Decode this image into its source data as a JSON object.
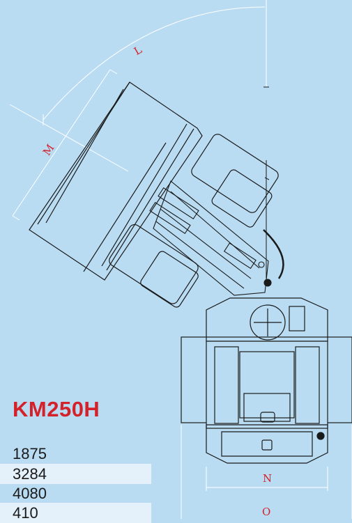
{
  "diagram": {
    "model": "KM250H",
    "dimension_labels": {
      "L": "L",
      "M": "M",
      "N": "N",
      "O": "O"
    },
    "specs": [
      {
        "value": "1875"
      },
      {
        "value": "3284"
      },
      {
        "value": "4080"
      },
      {
        "value": "410"
      }
    ],
    "colors": {
      "background": "#b9dcf3",
      "line": "#1a1a1a",
      "label": "#d3222a",
      "row_alt": "#e4f1fb"
    }
  }
}
